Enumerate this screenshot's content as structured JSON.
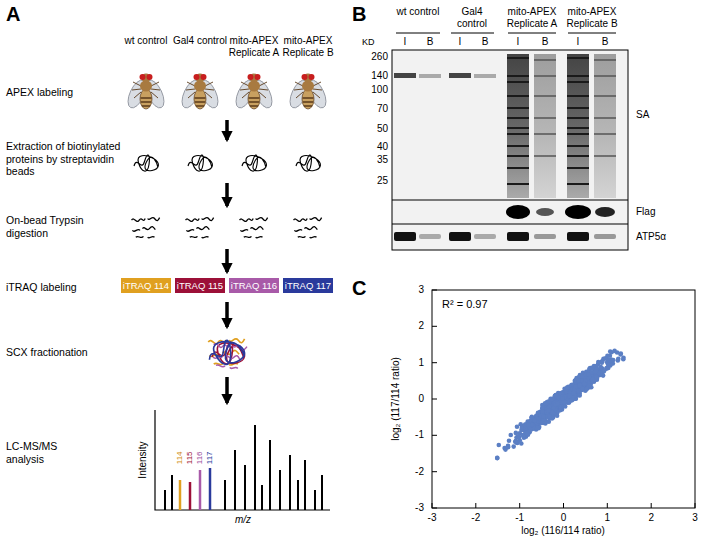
{
  "diagram": {
    "nodes": [
      {
        "text": [
          "iTRAQ 114"
        ]
      },
      {
        "text": [
          "iTRAQ 115"
        ]
      },
      {
        "text": [
          "iTRAQ 116"
        ]
      },
      {
        "text": [
          "iTRAQ 117"
        ]
      }
    ],
    "labels": [
      "A",
      "wt control",
      "Gal4 control",
      "mito-APEX Replicate A",
      "mito-APEX Replicate B",
      "APEX labeling",
      "Extraction of biotinylated proteins by streptavidin beads",
      "On-bead Trypsin digestion",
      "iTRAQ labeling",
      "SCX fractionation",
      "LC-MS/MS analysis",
      "Intensity",
      "114",
      "115",
      "116",
      "117",
      "m/z",
      "B",
      "KD",
      "wt control",
      "Gal4 control",
      "mito-APEX Replicate A",
      "mito-APEX Replicate B",
      "I",
      "B",
      "I",
      "B",
      "I",
      "B",
      "I",
      "B",
      "260",
      "140",
      "100",
      "70",
      "50",
      "40",
      "35",
      "25",
      "SA",
      "Flag",
      "ATP5α",
      "C",
      "R² = 0.97",
      "3",
      "2",
      "1",
      "0",
      "-1",
      "-2",
      "-3",
      "log₂ (117/114 ratio)",
      "-3",
      "-2",
      "-1",
      "0",
      "1",
      "2",
      "3",
      "log₂ (116/114 ratio)"
    ]
  }
}
